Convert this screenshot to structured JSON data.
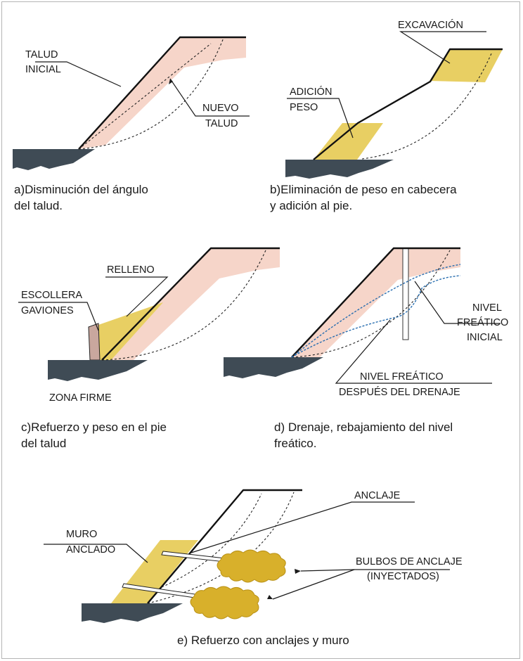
{
  "panel_a": {
    "label_talud_inicial": [
      "TALUD",
      "INICIAL"
    ],
    "label_nuevo_talud": [
      "NUEVO",
      "TALUD"
    ],
    "caption": [
      "a)Disminución del ángulo",
      "del talud."
    ]
  },
  "panel_b": {
    "label_excavacion": "EXCAVACIÓN",
    "label_adicion_peso": [
      "ADICIÓN",
      "PESO"
    ],
    "caption": [
      "b)Eliminación de peso en cabecera",
      "y adición al pie."
    ]
  },
  "panel_c": {
    "label_relleno": "RELLENO",
    "label_escollera": "ESCOLLERA",
    "label_gaviones": "GAVIONES",
    "label_zona_firme": "ZONA FIRME",
    "caption": [
      "c)Refuerzo y peso en el pie",
      "del talud"
    ]
  },
  "panel_d": {
    "label_nivel_inicial": [
      "NIVEL",
      "FREÁTICO",
      "INICIAL"
    ],
    "label_nivel_despues": [
      "NIVEL FREÁTICO",
      "DESPUÉS DEL DRENAJE"
    ],
    "caption": [
      "d) Drenaje, rebajamiento del nivel",
      "freático."
    ]
  },
  "panel_e": {
    "label_anclaje": "ANCLAJE",
    "label_muro_anclado": [
      "MURO",
      "ANCLADO"
    ],
    "label_bulbos": [
      "BULBOS DE ANCLAJE",
      "(INYECTADOS)"
    ],
    "caption": "e) Refuerzo con anclajes y muro"
  },
  "colors": {
    "slope_fill": "#f6d5c9",
    "ground_rock": "#3f4b55",
    "fill_material": "#e8cf63",
    "anchor_bulb": "#d8b02b",
    "water_table": "#2a6fb0",
    "gabion": "#c9a79e"
  }
}
